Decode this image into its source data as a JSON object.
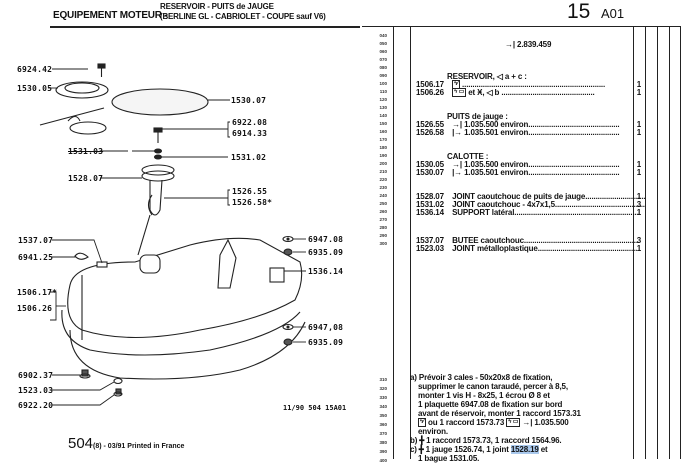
{
  "header": {
    "section": "EQUIPEMENT MOTEUR -",
    "title_line1": "RESERVOIR - PUITS de JAUGE",
    "title_line2": "(BERLINE GL - CABRIOLET - COUPE sauf V6)",
    "page_number": "15",
    "page_section": "A01"
  },
  "diagram": {
    "labels": [
      {
        "id": "6924.42"
      },
      {
        "id": "1530.05"
      },
      {
        "id": "1530.07"
      },
      {
        "id": "6922.08"
      },
      {
        "id": "6914.33"
      },
      {
        "id": "1531.03",
        "struck": true
      },
      {
        "id": "1531.02"
      },
      {
        "id": "1528.07"
      },
      {
        "id": "1526.55"
      },
      {
        "id": "1526.58*"
      },
      {
        "id": "1537.07"
      },
      {
        "id": "6941.25"
      },
      {
        "id": "6947.08"
      },
      {
        "id": "6935.09"
      },
      {
        "id": "1536.14"
      },
      {
        "id": "1506.17*"
      },
      {
        "id": "1506.26"
      },
      {
        "id": "6947,08"
      },
      {
        "id": "6935.09"
      },
      {
        "id": "6902.37"
      },
      {
        "id": "1523.03"
      },
      {
        "id": "6922.20"
      }
    ]
  },
  "table": {
    "line_numbers": [
      "040",
      "050",
      "060",
      "070",
      "080",
      "090",
      "100",
      "110",
      "120",
      "130",
      "140",
      "150",
      "160",
      "170",
      "180",
      "190",
      "200",
      "210",
      "220",
      "230",
      "240",
      "250",
      "260",
      "270",
      "280",
      "290",
      "300"
    ],
    "serial_note": {
      "symbol": "→|",
      "text": "2.839.459"
    },
    "groups": [
      {
        "heading": "RESERVOIR,",
        "heading_suffix": "a + c :",
        "rows": [
          {
            "ref": "1506.17",
            "desc": "",
            "qty": "1"
          },
          {
            "ref": "1506.26",
            "desc": "et",
            "desc2": ", ◁ b",
            "qty": "1"
          }
        ]
      },
      {
        "heading": "PUITS de jauge :",
        "rows": [
          {
            "ref": "1526.55",
            "symbol": "→|",
            "desc": "1.035.500 environ",
            "qty": "1"
          },
          {
            "ref": "1526.58",
            "symbol": "|→",
            "desc": "1.035.501 environ",
            "qty": "1"
          }
        ]
      },
      {
        "heading": "CALOTTE :",
        "rows": [
          {
            "ref": "1530.05",
            "symbol": "→|",
            "desc": "1.035.500 environ",
            "qty": "1"
          },
          {
            "ref": "1530.07",
            "symbol": "|→",
            "desc": "1.035.501 environ",
            "qty": "1"
          }
        ]
      },
      {
        "heading": "",
        "rows": [
          {
            "ref": "1528.07",
            "desc": "JOINT caoutchouc de puits de jauge",
            "qty": "1"
          },
          {
            "ref": "1531.02",
            "desc": "JOINT caoutchouc - 4x7x1,5",
            "qty": "3"
          },
          {
            "ref": "1536.14",
            "desc": "SUPPORT latéral",
            "qty": "1"
          }
        ]
      },
      {
        "heading": "",
        "rows": [
          {
            "ref": "1537.07",
            "desc": "BUTEE caoutchouc",
            "qty": "3"
          },
          {
            "ref": "1523.03",
            "desc": "JOINT métalloplastique",
            "qty": "1"
          }
        ]
      }
    ],
    "notes_line_numbers": [
      "310",
      "320",
      "330",
      "340",
      "350",
      "360",
      "370",
      "380",
      "390",
      "400"
    ],
    "notes": [
      "a) Prévoir 3 cales - 50x20x8 de fixation,",
      "supprimer le canon taraudé, percer à 8,5,",
      "monter 1 vis H - 8x25, 1 écrou  Ø  8 et",
      "1 plaquette 6947.08 de fixation sur bord",
      "avant de réservoir, monter 1 raccord 1573.31",
      "ou 1 raccord 1573.73",
      "environ.",
      "b)  ╋  1 raccord 1573.73, 1 raccord 1564.96.",
      "c)  ╋  1 jauge 1526.74, 1 joint ",
      "1 bague 1531.05."
    ],
    "note_line6_tail": "→| 1.035.500",
    "note_c_highlight": "1528.19",
    "note_c_tail": " et"
  },
  "footer": {
    "code": "11/90 504 15A01",
    "print_big": "504",
    "print_small": "(8) - 03/91 Printed in France"
  }
}
